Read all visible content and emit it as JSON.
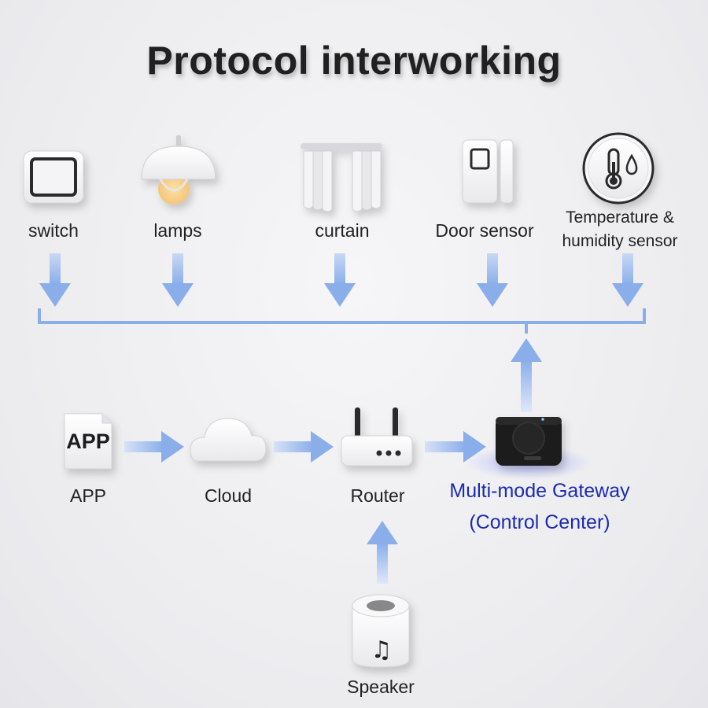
{
  "title": "Protocol interworking",
  "devices": {
    "switch": "switch",
    "lamps": "lamps",
    "curtain": "curtain",
    "door_sensor": "Door sensor",
    "temp_humidity_line1": "Temperature &",
    "temp_humidity_line2": "humidity sensor"
  },
  "flow": {
    "app": "APP",
    "app_icon_text": "APP",
    "cloud": "Cloud",
    "router": "Router",
    "gateway_line1": "Multi-mode Gateway",
    "gateway_line2": "(Control Center)",
    "speaker": "Speaker"
  },
  "colors": {
    "arrow": "#8aaeea",
    "gateway_text": "#1c2bb0",
    "gateway_device": "#1a1a1a"
  }
}
